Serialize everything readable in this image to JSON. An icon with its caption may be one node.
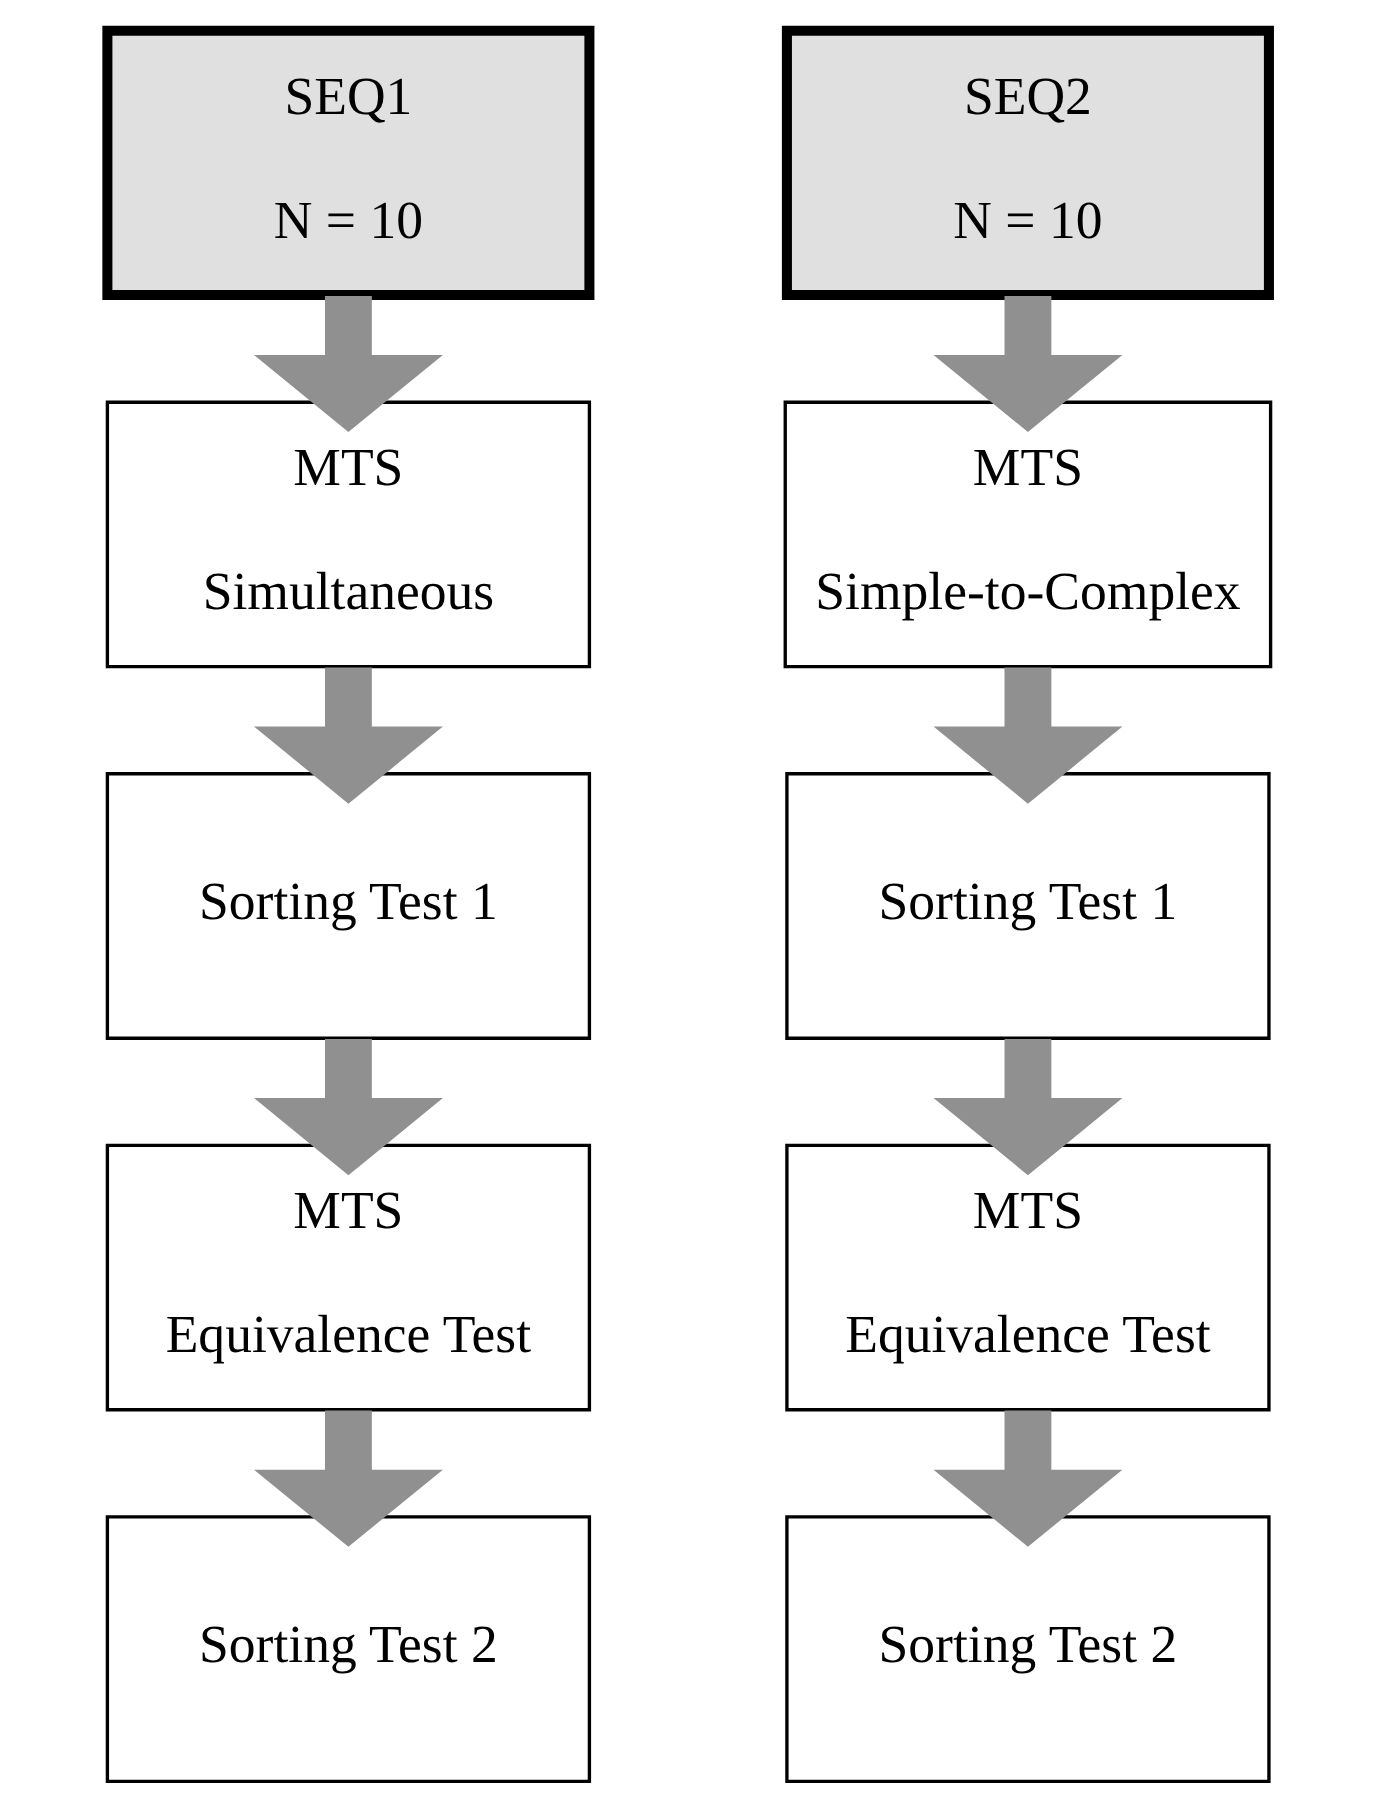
{
  "diagram": {
    "nodes": [
      {
        "text": [
          "SEQ1",
          "N = 10"
        ]
      },
      {
        "text": [
          "MTS",
          "Simultaneous"
        ]
      },
      {
        "text": [
          "Sorting Test 1"
        ]
      },
      {
        "text": [
          "MTS",
          "Equivalence Test"
        ]
      },
      {
        "text": [
          "Sorting Test 2"
        ]
      },
      {
        "text": [
          "SEQ2",
          "N = 10"
        ]
      },
      {
        "text": [
          "MTS",
          "Simple-to-Complex"
        ]
      },
      {
        "text": [
          "Sorting Test 1"
        ]
      },
      {
        "text": [
          "MTS",
          "Equivalence Test"
        ]
      },
      {
        "text": [
          "Sorting Test 2"
        ]
      }
    ],
    "edges": [
      {
        "from": 0,
        "to": 1,
        "arrow": "to"
      },
      {
        "from": 1,
        "to": 2,
        "arrow": "to"
      },
      {
        "from": 2,
        "to": 3,
        "arrow": "to"
      },
      {
        "from": 3,
        "to": 4,
        "arrow": "to"
      },
      {
        "from": 5,
        "to": 6,
        "arrow": "to"
      },
      {
        "from": 6,
        "to": 7,
        "arrow": "to"
      },
      {
        "from": 7,
        "to": 8,
        "arrow": "to"
      },
      {
        "from": 8,
        "to": 9,
        "arrow": "to"
      }
    ]
  }
}
